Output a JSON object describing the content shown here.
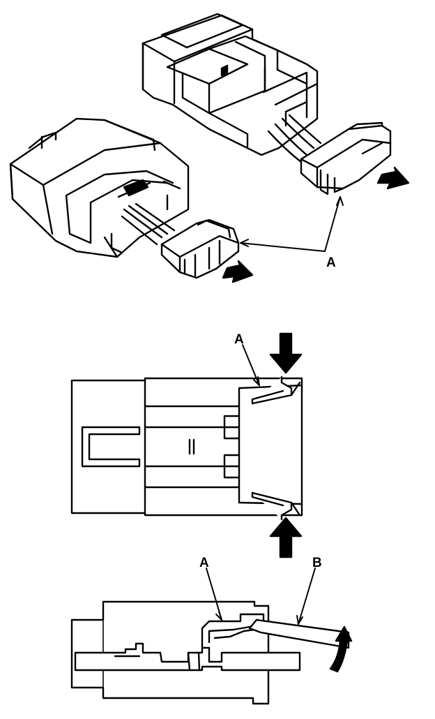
{
  "figure_1": {
    "callout": "A"
  },
  "figure_2": {
    "callout": "A"
  },
  "figure_3": {
    "callout_a": "A",
    "callout_b": "B"
  },
  "colors": {
    "ink": "#000000",
    "paper": "#ffffff"
  }
}
